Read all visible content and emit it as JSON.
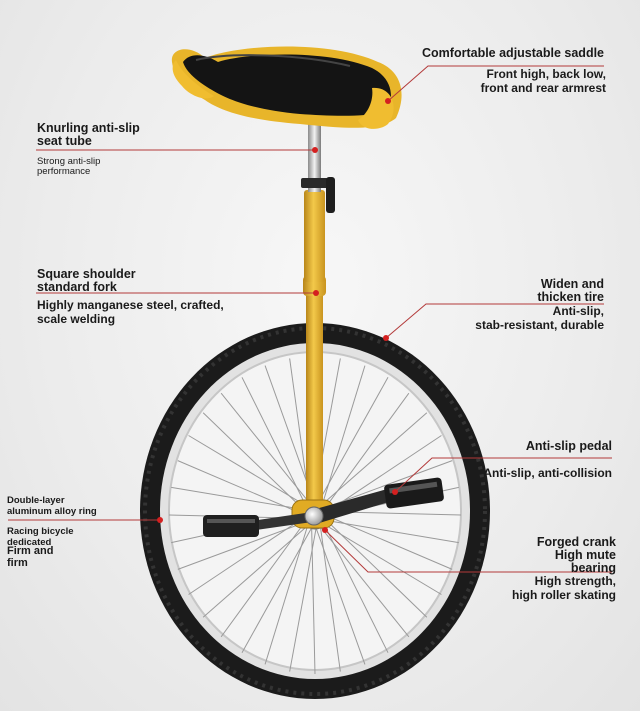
{
  "annotations": {
    "saddle": {
      "title": "Comfortable adjustable saddle",
      "desc1": "Front high, back low,",
      "desc2": "front and rear armrest"
    },
    "seat_tube": {
      "title1": "Knurling anti-slip",
      "title2": "seat tube",
      "desc1": "Strong anti-slip",
      "desc2": "performance"
    },
    "fork": {
      "title1": "Square shoulder",
      "title2": "standard fork",
      "desc1": "Highly manganese steel, crafted,",
      "desc2": "scale welding"
    },
    "tire": {
      "title1": "Widen and",
      "title2": "thicken tire",
      "desc1": "Anti-slip,",
      "desc2": "stab-resistant, durable"
    },
    "pedal": {
      "title": "Anti-slip pedal",
      "desc": "Anti-slip, anti-collision"
    },
    "rim": {
      "title1": "Double-layer",
      "title2": "aluminum alloy ring",
      "desc1": "Racing bicycle",
      "desc2": "dedicated",
      "desc3": "Firm and",
      "desc4": "firm"
    },
    "crank": {
      "title1": "Forged crank",
      "title2": "High mute",
      "title3": "bearing",
      "desc1": "High strength,",
      "desc2": "high roller skating"
    }
  },
  "colors": {
    "frame": "#e8b52a",
    "frame_shadow": "#b8861a",
    "tire": "#1b1b1b",
    "rim": "#dcdcdc",
    "leader_line": "#b33a3a",
    "dot": "#d42020"
  }
}
